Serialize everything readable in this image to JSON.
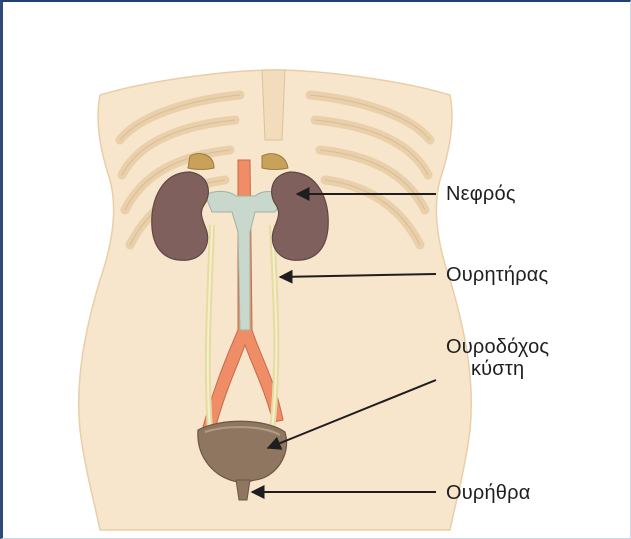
{
  "labels": {
    "kidney": "Νεφρός",
    "ureter": "Ουρητήρας",
    "bladder_line1": "Ουροδόχος",
    "bladder_line2": "κύστη",
    "urethra": "Ουρήθρα"
  },
  "colors": {
    "border_left": "#2f4a7a",
    "border_top": "#1f3f78",
    "body_fill": "#f7e5cc",
    "ribs": "#f1dcbd",
    "kidney": "#80605c",
    "adrenal": "#c8a25a",
    "aorta": "#ef8d66",
    "vena_cava": "#c9d8cc",
    "ureter": "#eee7b6",
    "bladder": "#8f7660",
    "leader_line": "#1e1e1e"
  }
}
